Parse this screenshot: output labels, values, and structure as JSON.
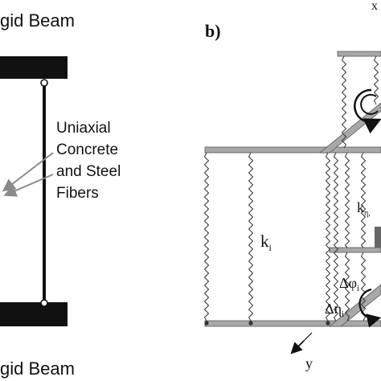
{
  "panel_a": {
    "top_label": "gid Beam",
    "bottom_label": "gid Beam",
    "annotation": [
      "Uniaxial",
      "Concrete",
      "and Steel",
      "Fibers"
    ]
  },
  "panel_b": {
    "label": "b)",
    "corner_axis": "x",
    "spring_label_main": "k",
    "spring_label_main_sub": "i",
    "spring_label_top": "k",
    "spring_label_top_sub": "η,",
    "delta_phi": "Δφ",
    "delta_phi_sub": "i",
    "delta_eta": "Δη",
    "delta_eta_sub": "i",
    "axis_y": "y"
  },
  "colors": {
    "ink": "#111111",
    "beam_gray": "#a8a8a8",
    "spring": "#333333",
    "arrow_gray": "#8a8a8a"
  }
}
